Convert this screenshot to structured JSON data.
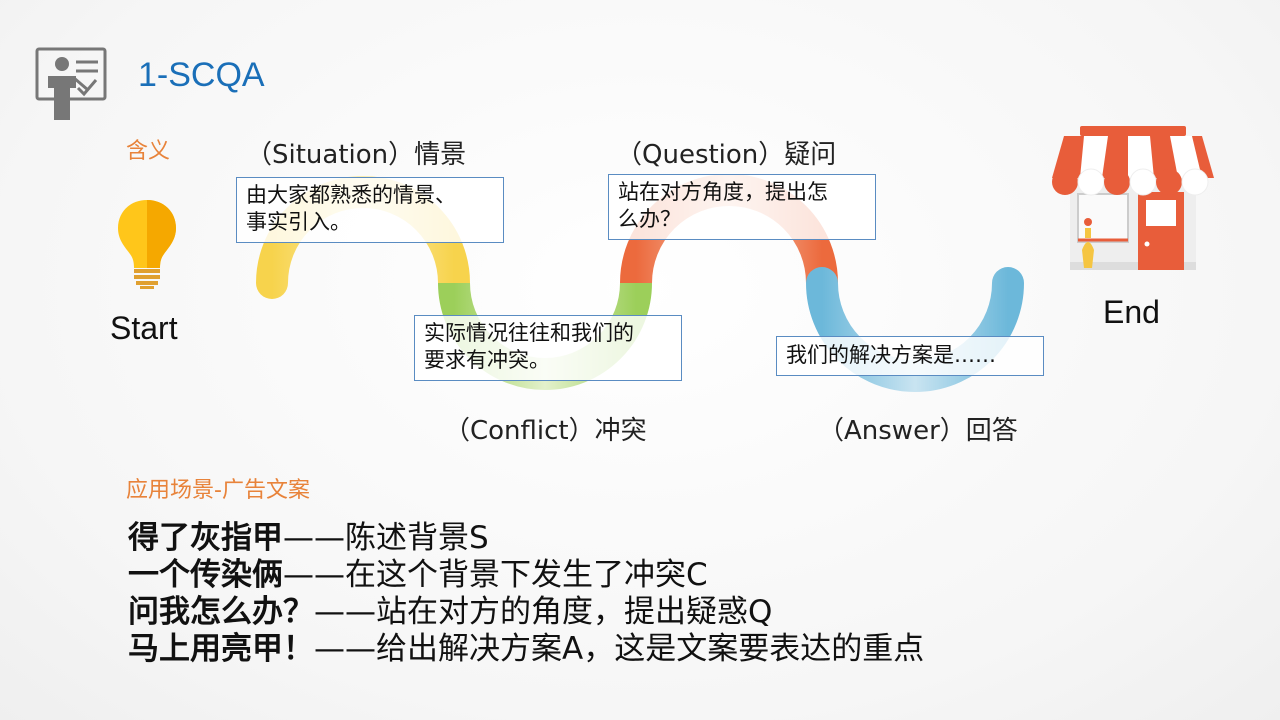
{
  "header": {
    "title": "1-SCQA",
    "icon": "presentation-teacher-icon"
  },
  "meaning": {
    "label": "含义"
  },
  "start": {
    "label": "Start",
    "icon": "lightbulb-icon"
  },
  "end": {
    "label": "End",
    "icon": "storefront-icon"
  },
  "stages": [
    {
      "title": "（Situation）情景",
      "text_lines": [
        "由大家都熟悉的情景、",
        "事实引入。"
      ],
      "color": "#f7d34c"
    },
    {
      "title": "（Conflict）冲突",
      "text_lines": [
        "实际情况往往和我们的",
        "要求有冲突。"
      ],
      "color": "#9ccf5a"
    },
    {
      "title": "（Question）疑问",
      "text_lines": [
        "站在对方角度，提出怎",
        "么办？"
      ],
      "color": "#ec6a3d"
    },
    {
      "title": "（Answer）回答",
      "text_lines": [
        "我们的解决方案是……"
      ],
      "color": "#6cb8da"
    }
  ],
  "application": {
    "label": "应用场景-广告文案",
    "lines": [
      {
        "bold": "得了灰指甲",
        "rest": "——陈述背景S"
      },
      {
        "bold": "一个传染俩",
        "rest": "——在这个背景下发生了冲突C"
      },
      {
        "bold": "问我怎么办？",
        "rest": "——站在对方的角度，提出疑惑Q"
      },
      {
        "bold": "马上用亮甲！",
        "rest": "——给出解决方案A，这是文案要表达的重点"
      }
    ]
  }
}
